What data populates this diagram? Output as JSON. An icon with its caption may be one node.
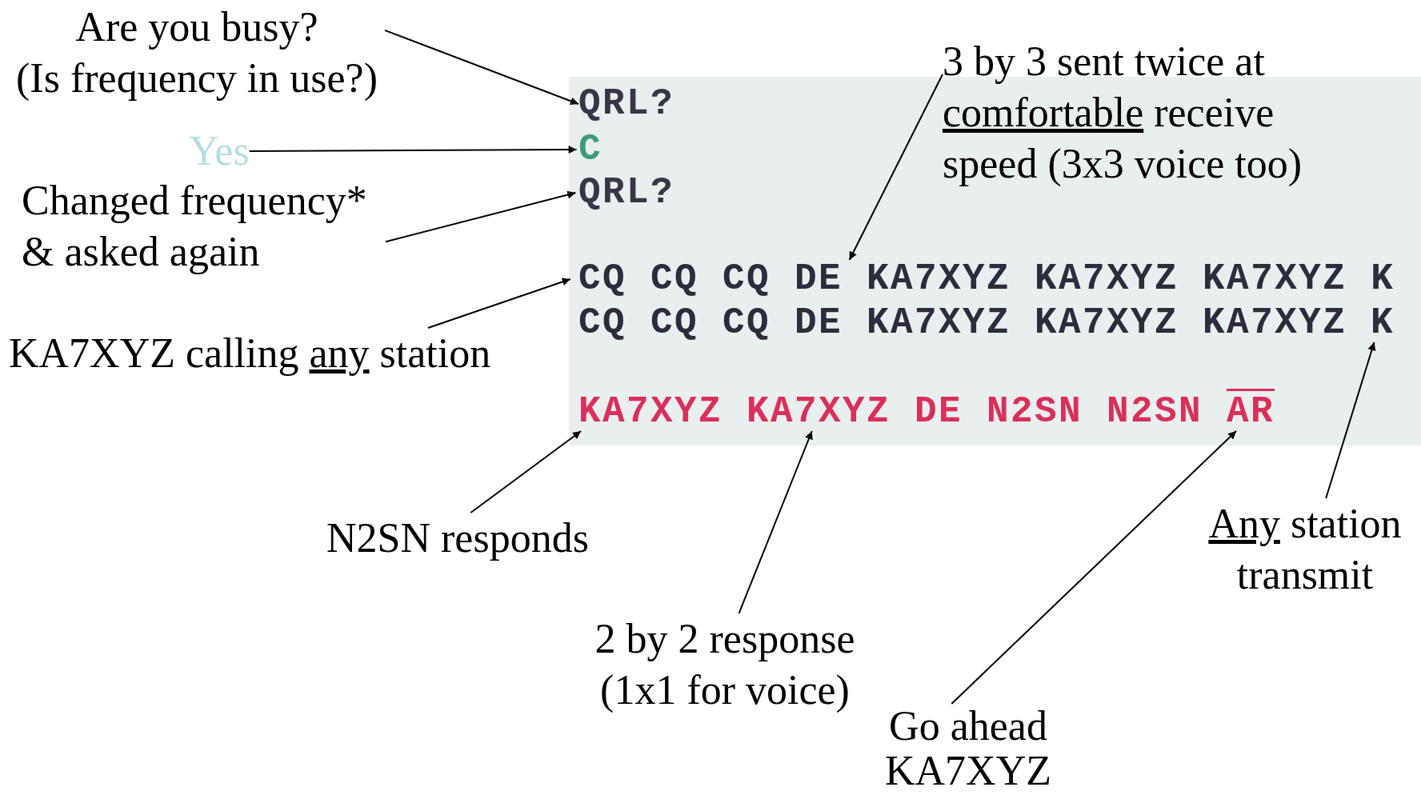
{
  "diagram": {
    "nodes": [
      {
        "text": [],
        "shape": "box"
      },
      {
        "text": [
          "QRL?"
        ],
        "in": 0
      },
      {
        "text": [
          "C"
        ],
        "in": 0
      },
      {
        "text": [
          "QRL?"
        ],
        "in": 0
      },
      {
        "text": [
          "CQ CQ CQ DE KA7XYZ KA7XYZ KA7XYZ K"
        ],
        "in": 0
      },
      {
        "text": [
          "CQ CQ CQ DE KA7XYZ KA7XYZ KA7XYZ"
        ],
        "in": 0
      },
      {
        "text": [
          "K"
        ],
        "in": 0
      },
      {
        "text": [
          "KA7XYZ KA7XYZ DE N2SN N2SN"
        ],
        "in": 0
      },
      {
        "text": [
          "AR"
        ],
        "in": 0
      },
      {
        "text": [
          "Are you busy?",
          "(Is frequency in use?)"
        ]
      },
      {
        "text": [
          "Yes"
        ]
      },
      {
        "text": [
          "Changed frequency* & asked again"
        ]
      },
      {
        "text": [
          "KA7XYZ calling",
          "any",
          "station"
        ]
      },
      {
        "text": [
          "3 by 3 sent twice at",
          "comfortable",
          "receive speed (3x3 voice too)"
        ]
      },
      {
        "text": [
          "N2SN responds"
        ]
      },
      {
        "text": [
          "2 by 2 response (1x1 for voice)"
        ]
      },
      {
        "text": [
          "Go ahead KA7XYZ"
        ]
      },
      {
        "text": [
          "Any",
          "station transmit"
        ]
      }
    ],
    "edges": [
      {
        "from": 9,
        "to": 1,
        "arrow": "to"
      },
      {
        "from": 10,
        "to": 2,
        "arrow": "to"
      },
      {
        "from": 11,
        "to": 3,
        "arrow": "to"
      },
      {
        "from": 12,
        "to": 4,
        "arrow": "to"
      },
      {
        "from": 13,
        "to": 4,
        "arrow": "to"
      },
      {
        "from": 14,
        "to": 7,
        "arrow": "to"
      },
      {
        "from": 15,
        "to": 7,
        "arrow": "to"
      },
      {
        "from": 16,
        "to": 8,
        "arrow": "to"
      },
      {
        "from": 17,
        "to": 6,
        "arrow": "to"
      }
    ]
  }
}
